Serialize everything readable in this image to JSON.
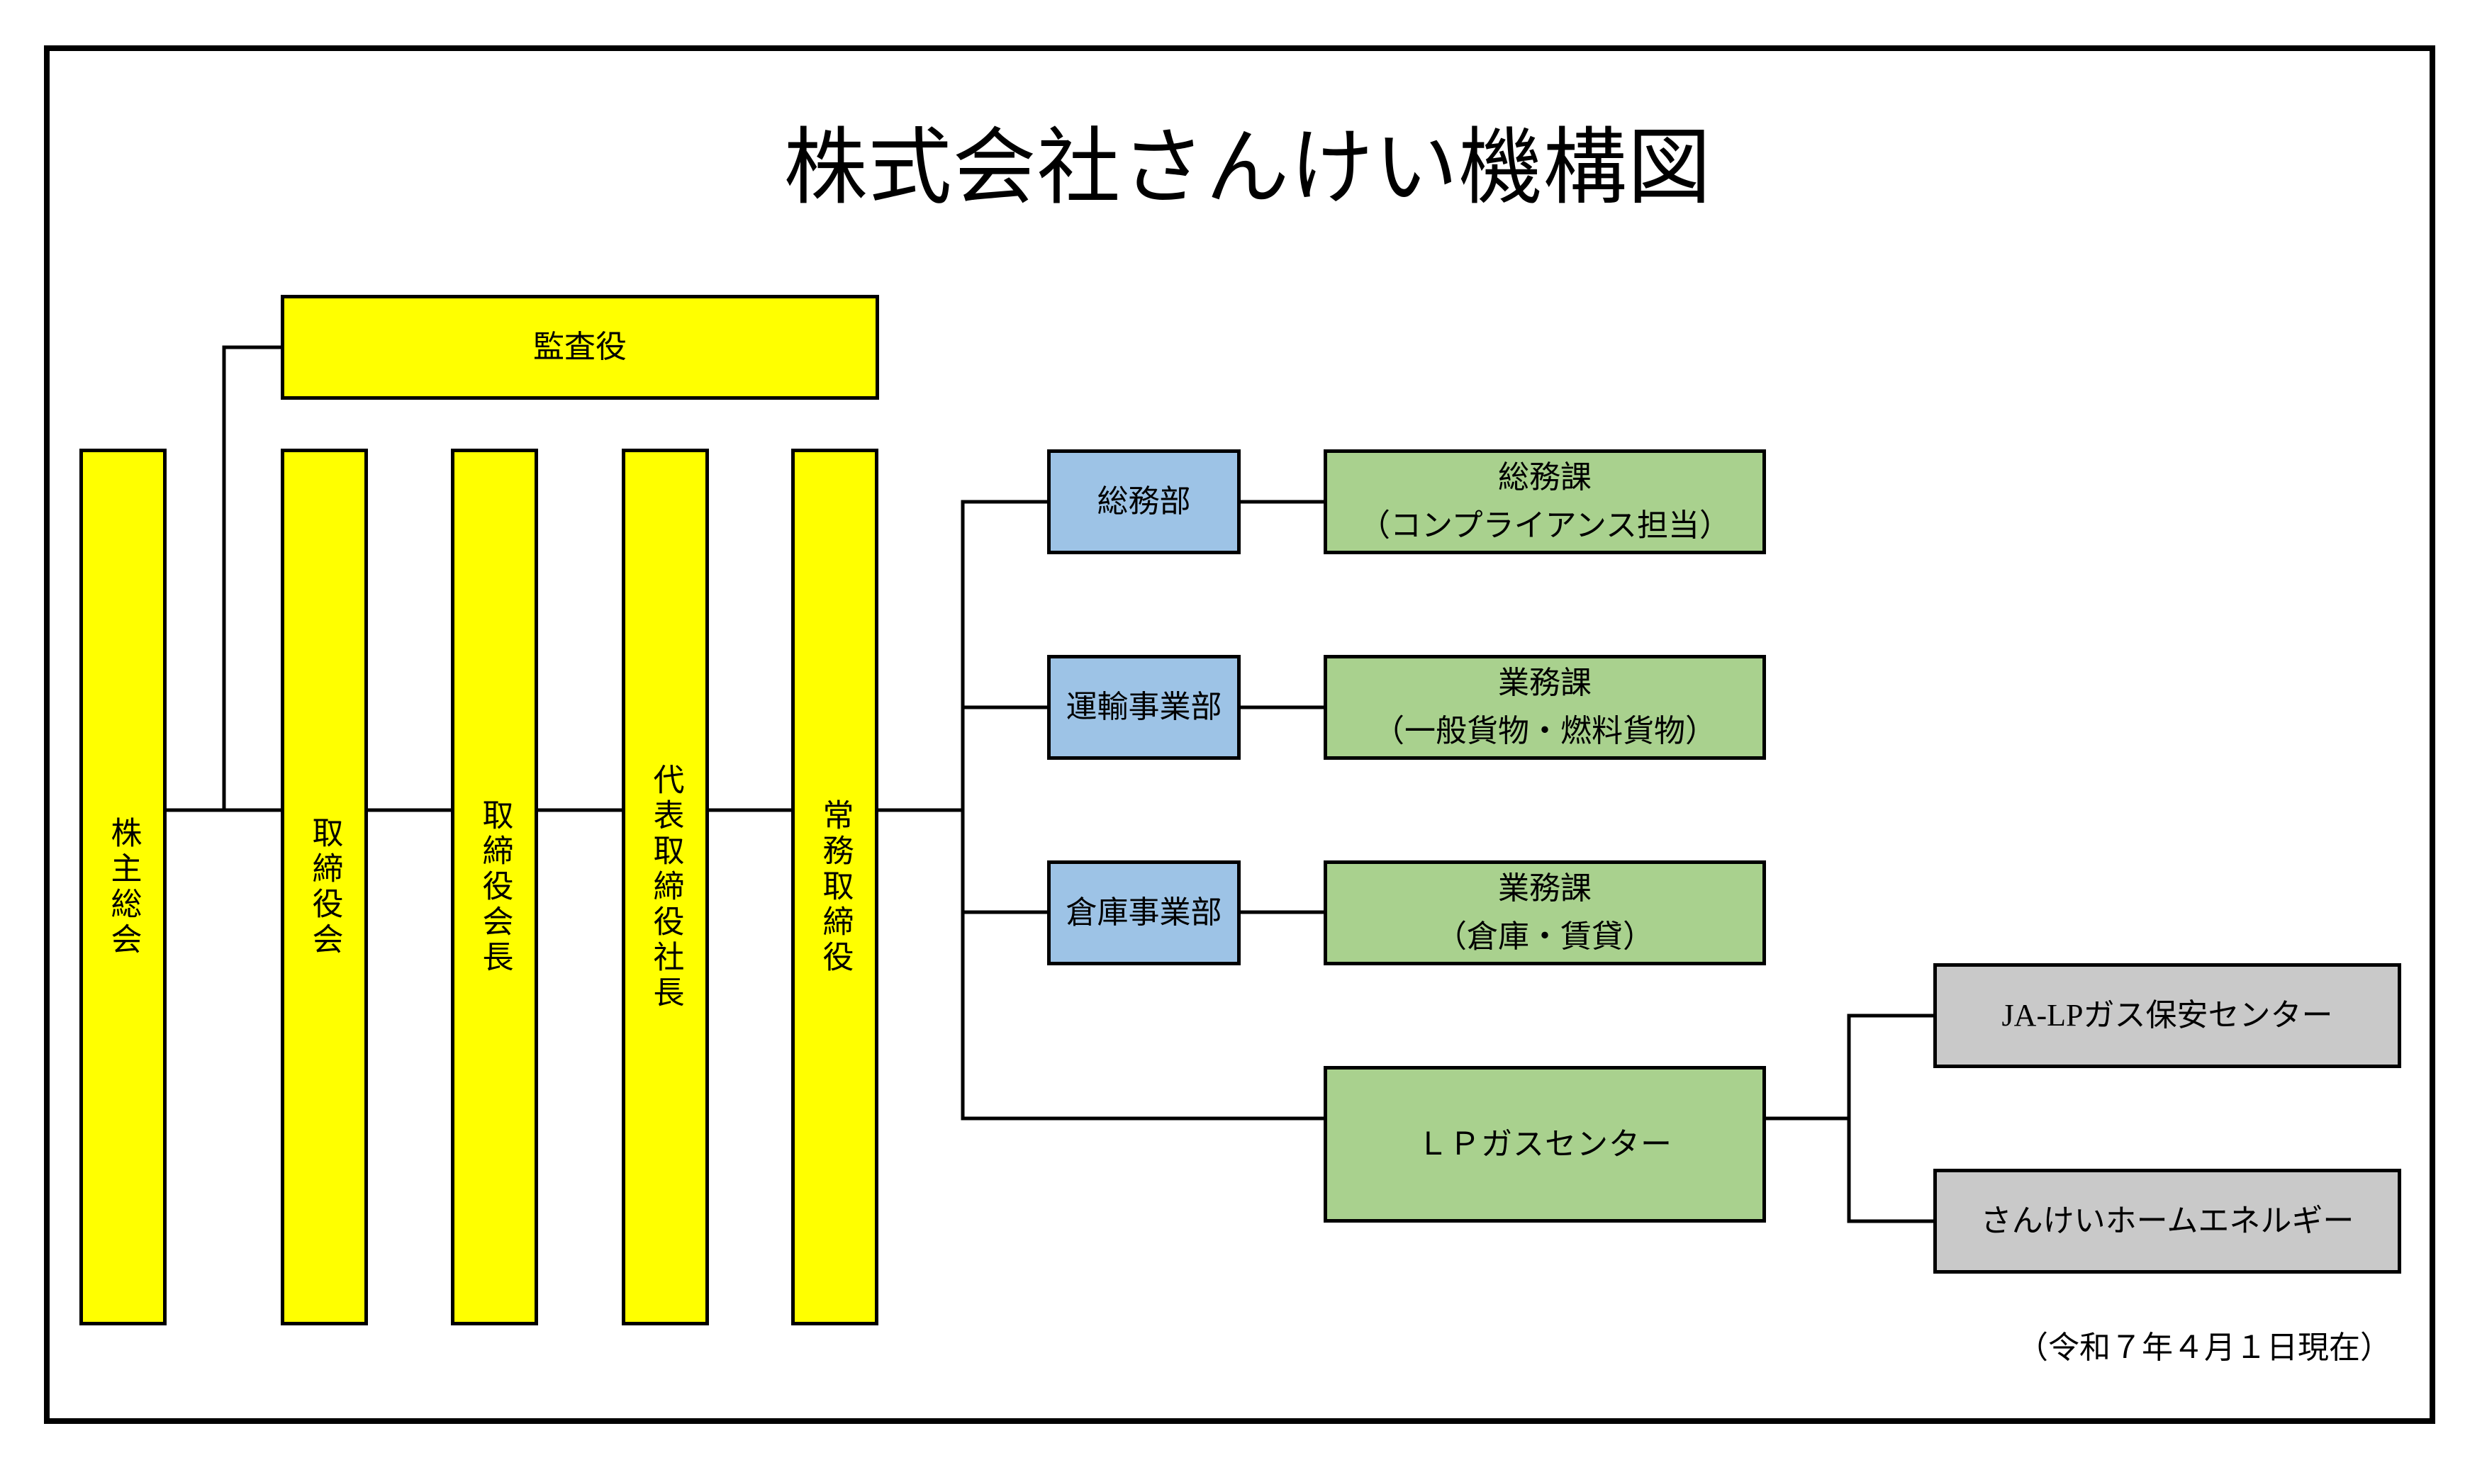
{
  "title": "株式会社さんけい機構図",
  "as_of_date": "（令和７年４月１日現在）",
  "colors": {
    "executive": "#FFFF00",
    "department": "#9DC3E6",
    "section": "#A9D18E",
    "affiliate": "#C9C9C9",
    "line": "#000000"
  },
  "auditor": {
    "label": "監査役"
  },
  "executives": [
    {
      "label": "株主総会"
    },
    {
      "label": "取締役会"
    },
    {
      "label": "取締役会長"
    },
    {
      "label": "代表取締役社長"
    },
    {
      "label": "常務取締役"
    }
  ],
  "departments": [
    {
      "label": "総務部",
      "section": {
        "name": "総務課",
        "detail": "（コンプライアンス担当）"
      }
    },
    {
      "label": "運輸事業部",
      "section": {
        "name": "業務課",
        "detail": "（一般貨物・燃料貨物）"
      }
    },
    {
      "label": "倉庫事業部",
      "section": {
        "name": "業務課",
        "detail": "（倉庫・賃貸）"
      }
    }
  ],
  "lp_center": {
    "label": "ＬＰガスセンター"
  },
  "affiliates": [
    {
      "label": "JA-LPガス保安センター"
    },
    {
      "label": "さんけいホームエネルギー"
    }
  ]
}
